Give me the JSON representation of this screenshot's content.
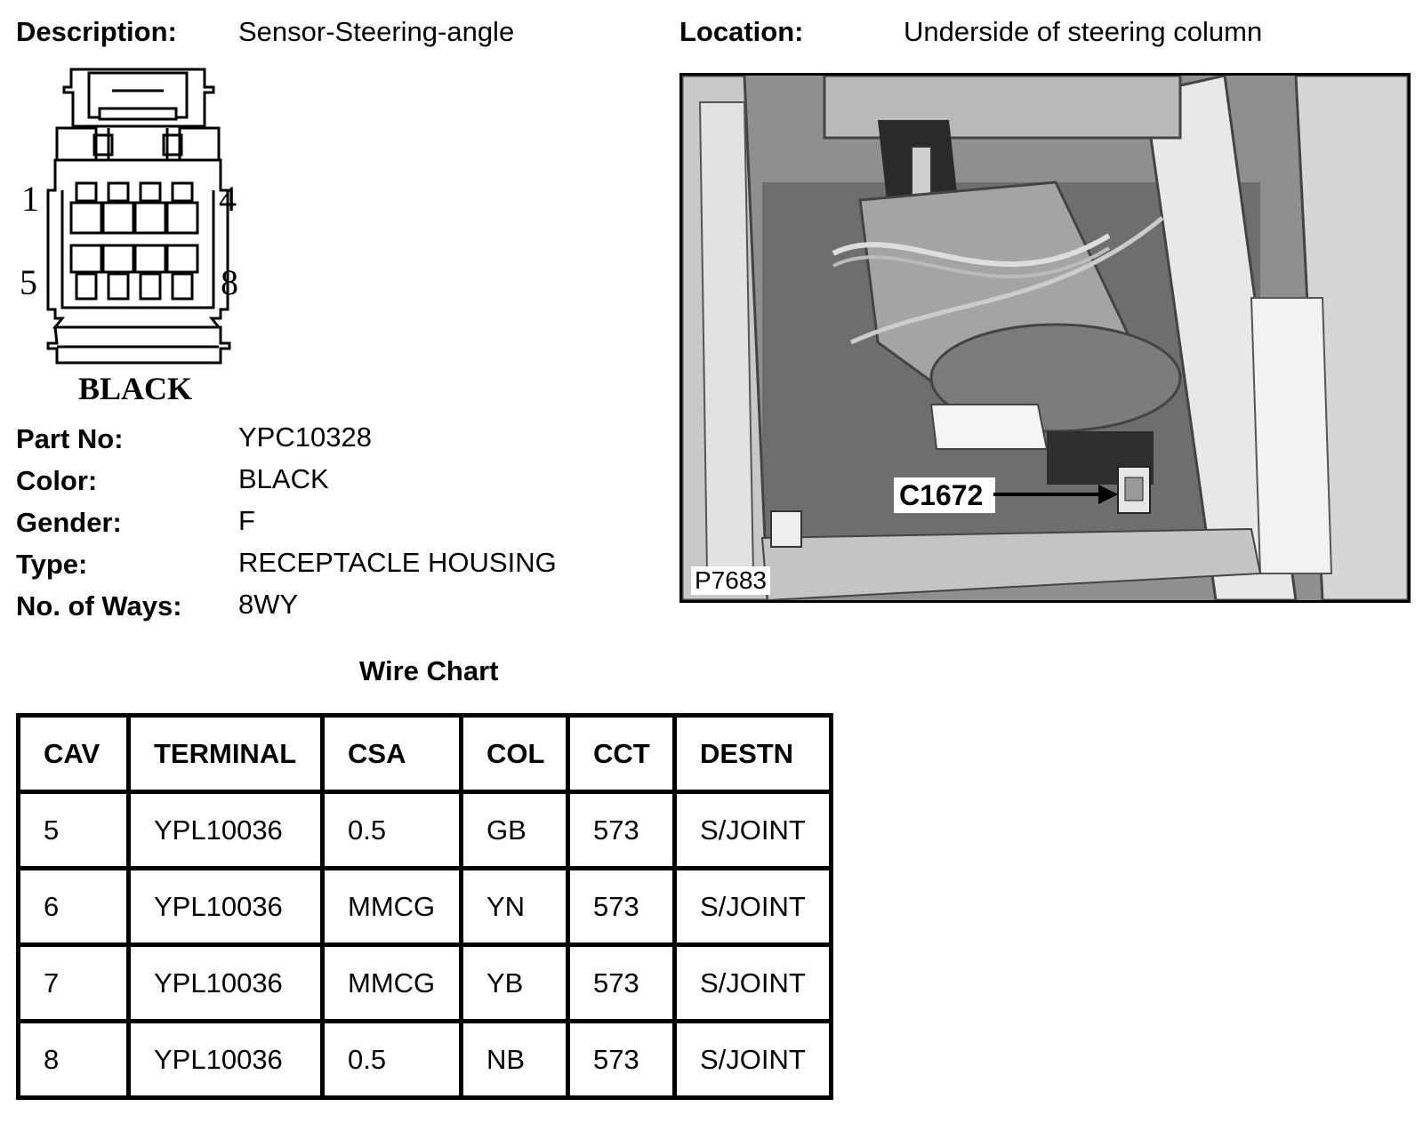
{
  "header": {
    "description_label": "Description:",
    "description_value": "Sensor-Steering-angle",
    "location_label": "Location:",
    "location_value": "Underside of steering column"
  },
  "connector": {
    "pin_1": "1",
    "pin_4": "4",
    "pin_5": "5",
    "pin_8": "8",
    "color_label": "BLACK"
  },
  "specs": [
    {
      "label": "Part No:",
      "value": "YPC10328"
    },
    {
      "label": "Color:",
      "value": "BLACK"
    },
    {
      "label": "Gender:",
      "value": "F"
    },
    {
      "label": "Type:",
      "value": "RECEPTACLE HOUSING"
    },
    {
      "label": "No. of Ways:",
      "value": "8WY"
    }
  ],
  "photo": {
    "callout": "C1672",
    "reference": "P7683"
  },
  "wire_chart": {
    "title": "Wire Chart",
    "headers": [
      "CAV",
      "TERMINAL",
      "CSA",
      "COL",
      "CCT",
      "DESTN"
    ],
    "rows": [
      [
        "5",
        "YPL10036",
        "0.5",
        "GB",
        "573",
        "S/JOINT"
      ],
      [
        "6",
        "YPL10036",
        "MMCG",
        "YN",
        "573",
        "S/JOINT"
      ],
      [
        "7",
        "YPL10036",
        "MMCG",
        "YB",
        "573",
        "S/JOINT"
      ],
      [
        "8",
        "YPL10036",
        "0.5",
        "NB",
        "573",
        "S/JOINT"
      ]
    ]
  }
}
